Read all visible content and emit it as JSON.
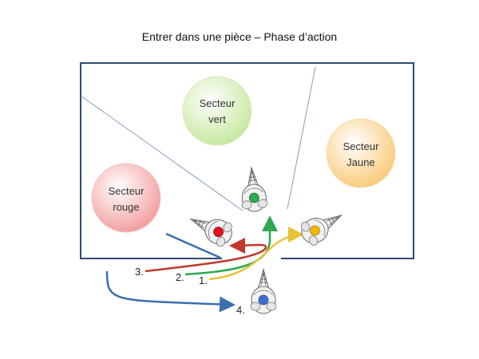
{
  "title": "Entrer dans une pièce – Phase d’action",
  "sectors": [
    {
      "id": "vert",
      "line1": "Secteur",
      "line2": "vert",
      "color": "#c9eaa4"
    },
    {
      "id": "jaune",
      "line1": "Secteur",
      "line2": "Jaune",
      "color": "#fbd08a"
    },
    {
      "id": "rouge",
      "line1": "Secteur",
      "line2": "rouge",
      "color": "#f4a9a9"
    }
  ],
  "paths": [
    {
      "label": "1.",
      "color": "#e8c23a"
    },
    {
      "label": "2.",
      "color": "#2fa84f"
    },
    {
      "label": "3.",
      "color": "#c0392b"
    },
    {
      "label": "4.",
      "color": "#3a6fb0"
    }
  ],
  "operators": [
    {
      "id": "green",
      "color": "#2fa84f"
    },
    {
      "id": "red",
      "color": "#e3131b"
    },
    {
      "id": "yellow",
      "color": "#f2b705"
    },
    {
      "id": "blue",
      "color": "#3a6fd0"
    }
  ],
  "colors": {
    "wall": "#2e4a74",
    "divider": "#7f9ec0"
  }
}
